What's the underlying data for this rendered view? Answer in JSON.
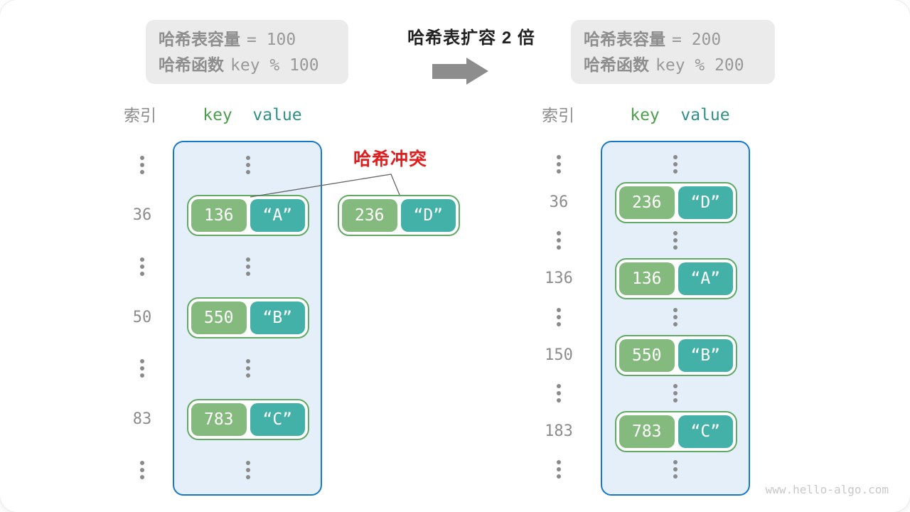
{
  "config_left": {
    "capacity_label": "哈希表容量",
    "capacity_value": "= 100",
    "hash_label": "哈希函数",
    "hash_value": "key % 100"
  },
  "config_right": {
    "capacity_label": "哈希表容量",
    "capacity_value": "= 200",
    "hash_label": "哈希函数",
    "hash_value": "key % 200"
  },
  "middle": {
    "title": "哈希表扩容 2 倍",
    "arrow": "right-arrow"
  },
  "collision": {
    "label": "哈希冲突",
    "pair": {
      "key": "236",
      "value": "“D”"
    }
  },
  "left_table": {
    "headers": {
      "index": "索引",
      "key": "key",
      "value": "value"
    },
    "rows": [
      {
        "index": "36",
        "key": "136",
        "value": "“A”"
      },
      {
        "index": "50",
        "key": "550",
        "value": "“B”"
      },
      {
        "index": "83",
        "key": "783",
        "value": "“C”"
      }
    ]
  },
  "right_table": {
    "headers": {
      "index": "索引",
      "key": "key",
      "value": "value"
    },
    "rows": [
      {
        "index": "36",
        "key": "236",
        "value": "“D”"
      },
      {
        "index": "136",
        "key": "136",
        "value": "“A”"
      },
      {
        "index": "150",
        "key": "550",
        "value": "“B”"
      },
      {
        "index": "183",
        "key": "783",
        "value": "“C”"
      }
    ]
  },
  "watermark": "www.hello-algo.com",
  "colors": {
    "table_border": "#1878c8",
    "table_fill": "#e4eff9",
    "key_fill": "#85ba7e",
    "value_fill": "#44b1a9",
    "pair_border": "#62a964",
    "collision_red": "#e11e1e",
    "key_header_green": "#4a9e4c",
    "value_header_teal": "#2e9086",
    "muted_gray": "#8c8c8c",
    "arrow_gray": "#8d8d8d"
  }
}
